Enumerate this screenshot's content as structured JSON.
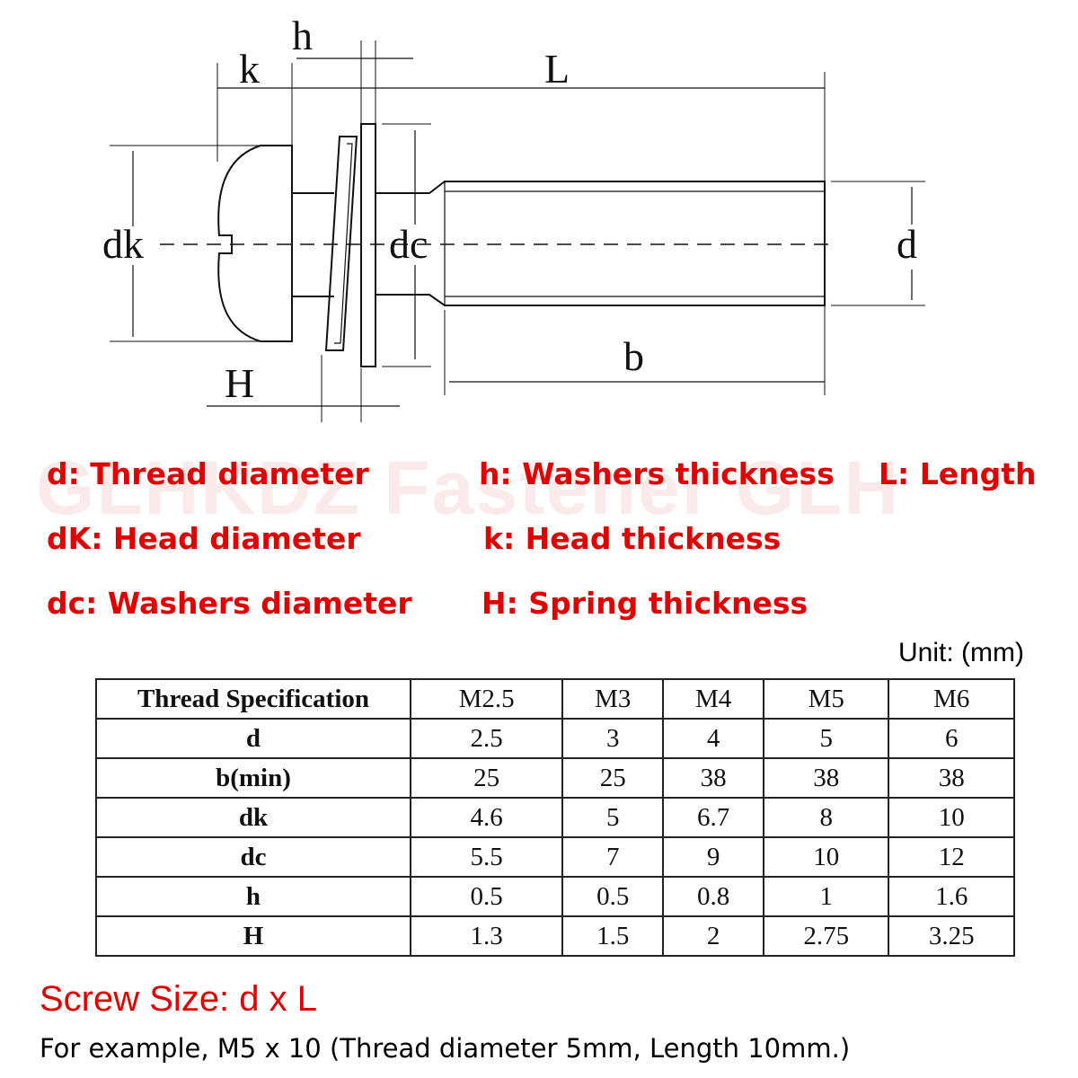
{
  "diagram": {
    "labels": {
      "h": "h",
      "k": "k",
      "L": "L",
      "dk": "dk",
      "dc": "dc",
      "d": "d",
      "b": "b",
      "H": "H"
    }
  },
  "watermark": "GLHKDZ Fastener GLH",
  "legend": [
    {
      "text": "d: Thread diameter"
    },
    {
      "text": "h: Washers thickness"
    },
    {
      "text": "L: Length"
    },
    {
      "text": "dK: Head diameter"
    },
    {
      "text": "k: Head thickness"
    },
    {
      "text": "dc: Washers diameter"
    },
    {
      "text": "H: Spring thickness"
    }
  ],
  "unit": "Unit: (mm)",
  "table": {
    "header": "Thread Specification",
    "columns": [
      "M2.5",
      "M3",
      "M4",
      "M5",
      "M6"
    ],
    "rows": [
      {
        "label": "d",
        "values": [
          "2.5",
          "3",
          "4",
          "5",
          "6"
        ]
      },
      {
        "label": "b(min)",
        "values": [
          "25",
          "25",
          "38",
          "38",
          "38"
        ]
      },
      {
        "label": "dk",
        "values": [
          "4.6",
          "5",
          "6.7",
          "8",
          "10"
        ]
      },
      {
        "label": "dc",
        "values": [
          "5.5",
          "7",
          "9",
          "10",
          "12"
        ]
      },
      {
        "label": "h",
        "values": [
          "0.5",
          "0.5",
          "0.8",
          "1",
          "1.6"
        ]
      },
      {
        "label": "H",
        "values": [
          "1.3",
          "1.5",
          "2",
          "2.75",
          "3.25"
        ]
      }
    ]
  },
  "screw_size": "Screw Size: d x L",
  "example": "For example, M5 x 10 (Thread diameter 5mm, Length 10mm.)"
}
